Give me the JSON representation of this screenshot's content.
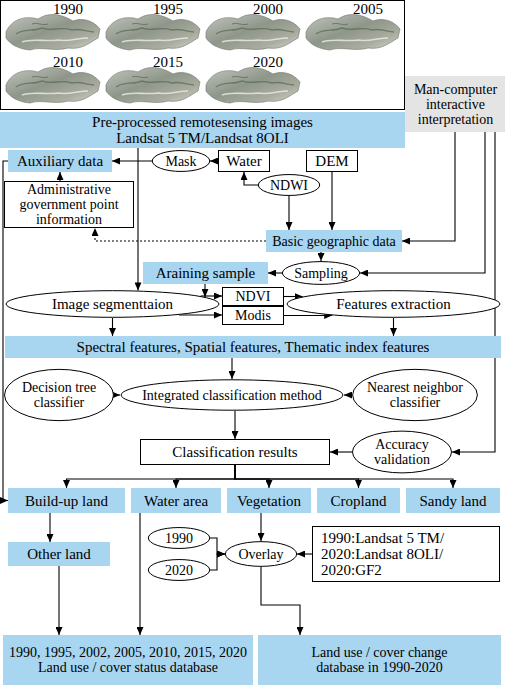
{
  "diagram": {
    "nodes": [
      {
        "text": [
          "1990",
          "1995",
          "2000",
          "2005",
          "2010",
          "2015",
          "2020"
        ]
      },
      {
        "text": [
          "Man-computer interactive interpretation"
        ]
      },
      {
        "text": [
          "Pre-processed remotesensing images Landsat 5 TM/Landsat 8OLI"
        ]
      },
      {
        "text": [
          "Auxiliary data"
        ]
      },
      {
        "text": [
          "Mask"
        ]
      },
      {
        "text": [
          "Water"
        ]
      },
      {
        "text": [
          "DEM"
        ]
      },
      {
        "text": [
          "NDWI"
        ]
      },
      {
        "text": [
          "Administrative government point information"
        ]
      },
      {
        "text": [
          "Basic geographic data"
        ]
      },
      {
        "text": [
          "Araining sample"
        ]
      },
      {
        "text": [
          "Sampling"
        ]
      },
      {
        "text": [
          "Image segmenttaion"
        ]
      },
      {
        "text": [
          "NDVI"
        ]
      },
      {
        "text": [
          "Modis"
        ]
      },
      {
        "text": [
          "Features extraction"
        ]
      },
      {
        "text": [
          "Spectral features, Spatial features, Thematic index features"
        ]
      },
      {
        "text": [
          "Decision tree classifier"
        ]
      },
      {
        "text": [
          "Integrated classification method"
        ]
      },
      {
        "text": [
          "Nearest neighbor classifier"
        ]
      },
      {
        "text": [
          "Classification results"
        ]
      },
      {
        "text": [
          "Accuracy validation"
        ]
      },
      {
        "text": [
          "Build-up land"
        ]
      },
      {
        "text": [
          "Water area"
        ]
      },
      {
        "text": [
          "Vegetation"
        ]
      },
      {
        "text": [
          "Cropland"
        ]
      },
      {
        "text": [
          "Sandy land"
        ]
      },
      {
        "text": [
          "Other land"
        ]
      },
      {
        "text": [
          "1990"
        ]
      },
      {
        "text": [
          "2020"
        ]
      },
      {
        "text": [
          "Overlay"
        ]
      },
      {
        "text": [
          "1990:Landsat 5 TM/ 2020:Landsat 8OLI/ 2020:GF2"
        ]
      },
      {
        "text": [
          "1990, 1995, 2002, 2005, 2010, 2015, 2020 Land use / cover status database"
        ]
      },
      {
        "text": [
          "Land use / cover change database in 1990-2020"
        ]
      }
    ],
    "edges": [
      {
        "from": 2,
        "to": 12,
        "arrow": "to"
      },
      {
        "from": 5,
        "to": 4,
        "arrow": "to"
      },
      {
        "from": 4,
        "to": 3,
        "arrow": "to"
      },
      {
        "from": 7,
        "to": 5,
        "arrow": "to"
      },
      {
        "from": 6,
        "to": 9,
        "arrow": "to"
      },
      {
        "from": 7,
        "to": 9,
        "arrow": "to"
      },
      {
        "from": 9,
        "to": 8,
        "arrow": "to"
      },
      {
        "from": 8,
        "to": 3,
        "arrow": "to"
      },
      {
        "from": 1,
        "to": 9,
        "arrow": "to"
      },
      {
        "from": 1,
        "to": 11,
        "arrow": "to"
      },
      {
        "from": 11,
        "to": 10,
        "arrow": "to"
      },
      {
        "from": 10,
        "to": 12,
        "arrow": "to"
      },
      {
        "from": 12,
        "to": 13,
        "arrow": "to"
      },
      {
        "from": 12,
        "to": 14,
        "arrow": "to"
      },
      {
        "from": 13,
        "to": 15,
        "arrow": "to"
      },
      {
        "from": 14,
        "to": 15,
        "arrow": "to"
      },
      {
        "from": 12,
        "to": 16,
        "arrow": "to"
      },
      {
        "from": 15,
        "to": 16,
        "arrow": "to"
      },
      {
        "from": 16,
        "to": 18,
        "arrow": "to"
      },
      {
        "from": 17,
        "to": 18,
        "arrow": "to"
      },
      {
        "from": 19,
        "to": 18,
        "arrow": "to"
      },
      {
        "from": 18,
        "to": 20,
        "arrow": "to"
      },
      {
        "from": 21,
        "to": 20,
        "arrow": "to"
      },
      {
        "from": 1,
        "to": 21,
        "arrow": "to"
      },
      {
        "from": 20,
        "to": 22,
        "arrow": "to"
      },
      {
        "from": 20,
        "to": 23,
        "arrow": "to"
      },
      {
        "from": 20,
        "to": 24,
        "arrow": "to"
      },
      {
        "from": 20,
        "to": 25,
        "arrow": "to"
      },
      {
        "from": 20,
        "to": 26,
        "arrow": "to"
      },
      {
        "from": 3,
        "to": 22,
        "arrow": "to"
      },
      {
        "from": 22,
        "to": 27,
        "arrow": "to"
      },
      {
        "from": 27,
        "to": 32,
        "arrow": "to"
      },
      {
        "from": 23,
        "to": 32,
        "arrow": "to"
      },
      {
        "from": 24,
        "to": 30,
        "arrow": "to"
      },
      {
        "from": 28,
        "to": 30,
        "arrow": "to"
      },
      {
        "from": 29,
        "to": 30,
        "arrow": "to"
      },
      {
        "from": 31,
        "to": 30,
        "arrow": "to"
      },
      {
        "from": 30,
        "to": 33,
        "arrow": "to"
      },
      {
        "from": 9,
        "to": 11,
        "arrow": "to"
      }
    ]
  }
}
